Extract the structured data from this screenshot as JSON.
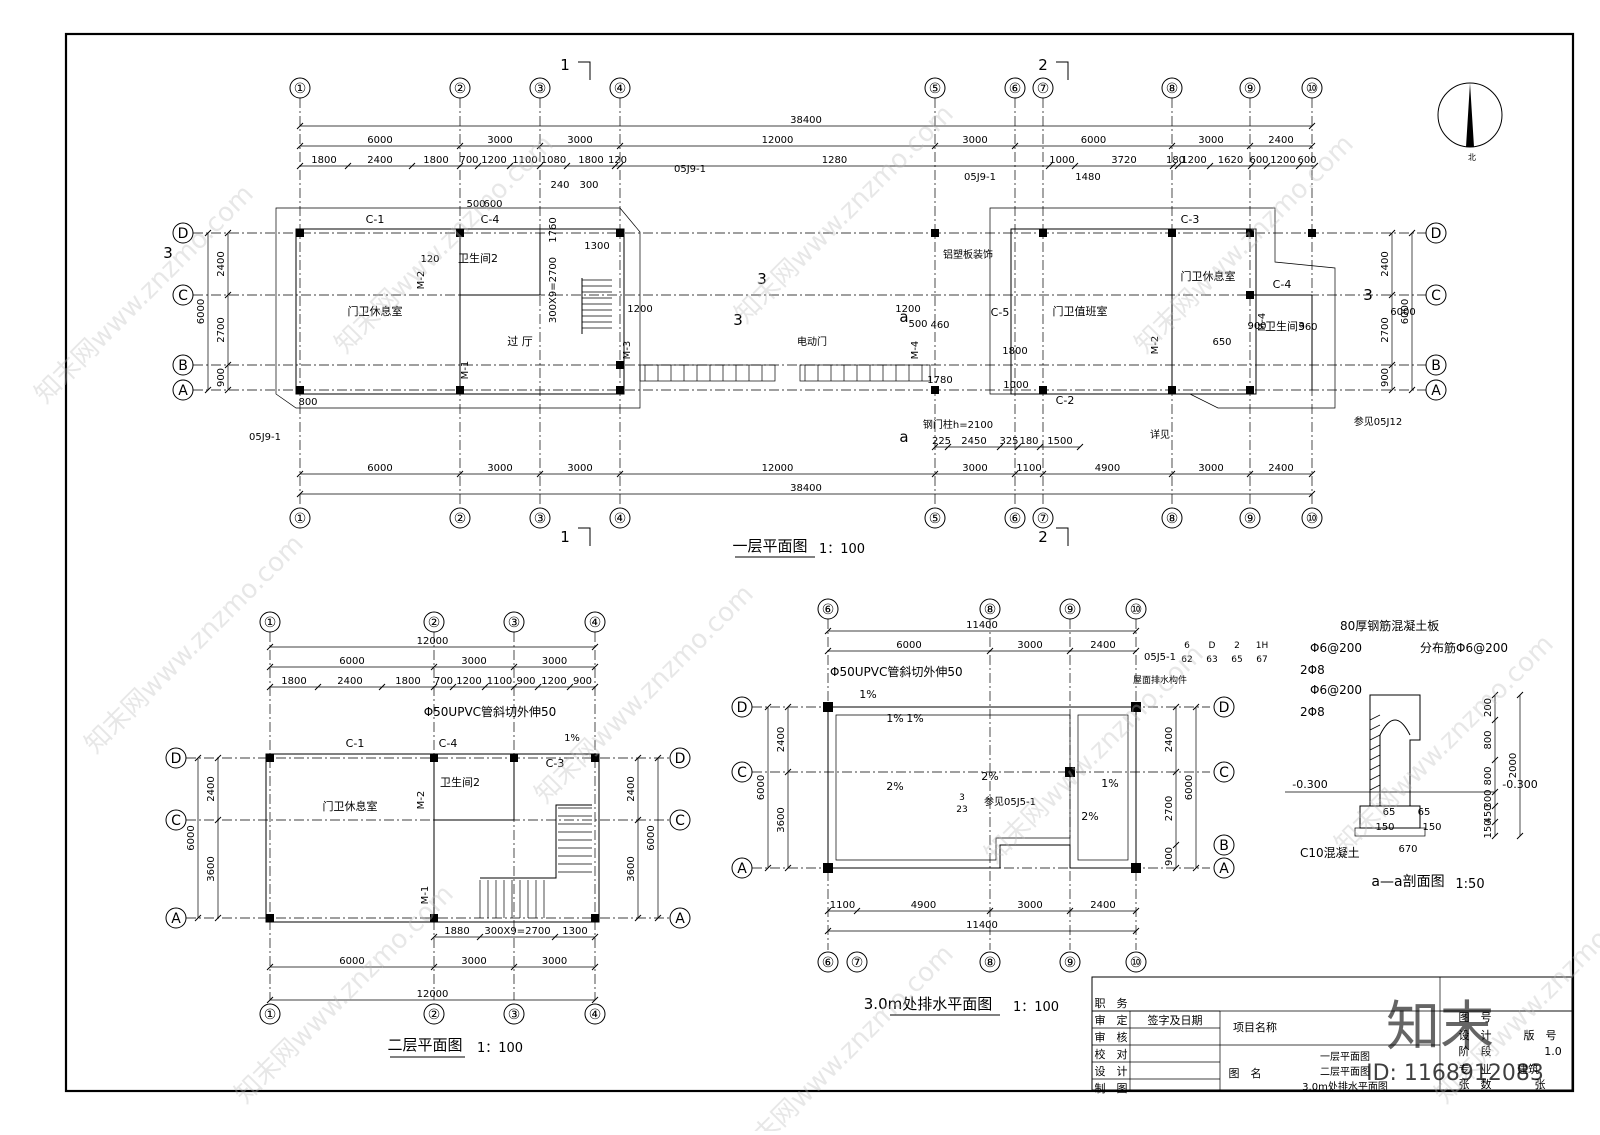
{
  "titles": {
    "floor1": "一层平面图",
    "floor1_scale": "1：100",
    "floor2": "二层平面图",
    "floor2_scale": "1：100",
    "drain": "3.0m处排水平面图",
    "drain_scale": "1：100",
    "section": "a—a剖面图",
    "section_scale": "1:50"
  },
  "floor1": {
    "axes": [
      "①",
      "②",
      "③",
      "④",
      "⑤",
      "⑥",
      "⑦",
      "⑧",
      "⑨",
      "⑩"
    ],
    "rows": [
      "D",
      "C",
      "B",
      "A"
    ],
    "dims_top_total": "38400",
    "dims_top_1": [
      "6000",
      "3000",
      "3000",
      "12000",
      "3000",
      "6000",
      "3000",
      "2400"
    ],
    "dims_top_2": [
      "1800",
      "2400",
      "1800",
      "700",
      "1200",
      "1100",
      "1080",
      "1800",
      "120",
      "1280",
      "1000",
      "3720",
      "180",
      "1200",
      "1620",
      "600",
      "1200",
      "600"
    ],
    "dims_bottom_1": [
      "6000",
      "3000",
      "3000",
      "12000",
      "3000",
      "1100",
      "4900",
      "3000",
      "2400"
    ],
    "dims_bottom_total": "38400",
    "dims_bottom_2": [
      "225",
      "2450",
      "325",
      "180",
      "1500"
    ],
    "dims_left": [
      "2400",
      "2700",
      "900"
    ],
    "dims_left_total": "6000",
    "dims_right": [
      "2400",
      "2700",
      "900"
    ],
    "dims_right_total": "6000",
    "rooms": [
      "门卫休息室",
      "卫生间2",
      "过 厅",
      "门卫值班室",
      "门卫休息室",
      "卫生间3"
    ],
    "windows": [
      "C-1",
      "C-4",
      "C-3",
      "C-4",
      "C-2",
      "C-5"
    ],
    "doors": [
      "M-1",
      "M-2",
      "M-3",
      "M-4",
      "M-2",
      "M-4"
    ],
    "notes": [
      "铝塑板装饰",
      "电动门",
      "钢门柱h=2100",
      "参见05J12",
      "详见",
      "05J9-1",
      "05J9-1",
      "05J9-1",
      "300X9=2700",
      "1760"
    ],
    "section_marks": [
      "1",
      "1",
      "2",
      "2",
      "3",
      "3",
      "3",
      "3",
      "a",
      "a"
    ],
    "misc_dims": [
      "500",
      "600",
      "1300",
      "1200",
      "120",
      "240",
      "300",
      "1800",
      "900",
      "1000",
      "800",
      "1780",
      "500",
      "460",
      "1200",
      "1480",
      "650",
      "960",
      "6000"
    ]
  },
  "floor2": {
    "axes": [
      "①",
      "②",
      "③",
      "④"
    ],
    "rows": [
      "D",
      "C",
      "A"
    ],
    "dims_top_total": "12000",
    "dims_top_1": [
      "6000",
      "3000",
      "3000"
    ],
    "dims_top_2": [
      "1800",
      "2400",
      "1800",
      "700",
      "1200",
      "1100",
      "900",
      "1200",
      "900"
    ],
    "dims_bottom_2": [
      "1880",
      "300X9=2700",
      "1300"
    ],
    "dims_bottom_1": [
      "6000",
      "3000",
      "3000"
    ],
    "dims_bottom_total": "12000",
    "dims_side": [
      "2400",
      "3600"
    ],
    "dims_side_total": "6000",
    "rooms": [
      "门卫休息室",
      "卫生间2"
    ],
    "windows": [
      "C-1",
      "C-4",
      "C-3"
    ],
    "doors": [
      "M-1",
      "M-2"
    ],
    "notes": [
      "Φ50UPVC管斜切外伸50",
      "1%"
    ]
  },
  "drain": {
    "axes_top": [
      "⑥",
      "⑧",
      "⑨",
      "⑩"
    ],
    "axes_bottom": [
      "⑥",
      "⑦",
      "⑧",
      "⑨",
      "⑩"
    ],
    "rows": [
      "D",
      "C",
      "A"
    ],
    "rows_right": [
      "D",
      "C",
      "B",
      "A"
    ],
    "dims_top_total": "11400",
    "dims_top": [
      "6000",
      "3000",
      "2400"
    ],
    "dims_bottom": [
      "1100",
      "4900",
      "3000",
      "2400"
    ],
    "dims_bottom_total": "11400",
    "dims_left": [
      "2400",
      "3600"
    ],
    "dims_left_total": "6000",
    "dims_right": [
      "2400",
      "2700",
      "900"
    ],
    "dims_right_total": "6000",
    "notes": [
      "Φ50UPVC管斜切外伸50",
      "05J5-1",
      "屋面排水构件",
      "参见05J5-1"
    ],
    "slopes": [
      "1%",
      "1%",
      "2%",
      "2%",
      "1%",
      "2%",
      "1%"
    ],
    "refs": [
      "6",
      "62",
      "D",
      "63",
      "2",
      "65",
      "1H",
      "67",
      "3",
      "23"
    ]
  },
  "section": {
    "notes": [
      "80厚钢筋混凝土板",
      "Φ6@200",
      "分布筋Φ6@200",
      "2Φ8",
      "Φ6@200",
      "2Φ8",
      "C10混凝土"
    ],
    "levels": [
      "-0.300",
      "-0.300"
    ],
    "dims_right": [
      "200",
      "800",
      "800",
      "300",
      "450",
      "150",
      "120"
    ],
    "dims_right_total": "2000",
    "dims_bottom": [
      "65",
      "65",
      "150",
      "150",
      "670"
    ]
  },
  "titleblock": {
    "col1": [
      "职　务",
      "审　定",
      "审　核",
      "校　对",
      "设　计",
      "制　图"
    ],
    "col2": [
      "签字及日期"
    ],
    "project_label": "项目名称",
    "drawing_label": "图　名",
    "drawing_names": [
      "一层平面图",
      "二层平面图",
      "3.0m处排水平面图"
    ],
    "right_labels": [
      "图　号",
      "设　计",
      "阶　段",
      "版　号",
      "1.0",
      "专　业",
      "建筑",
      "张　数",
      "张"
    ]
  },
  "watermark": {
    "text": "知末网www.znzmo.com",
    "logo": "知末",
    "id": "ID: 1168912083"
  },
  "north": "北"
}
